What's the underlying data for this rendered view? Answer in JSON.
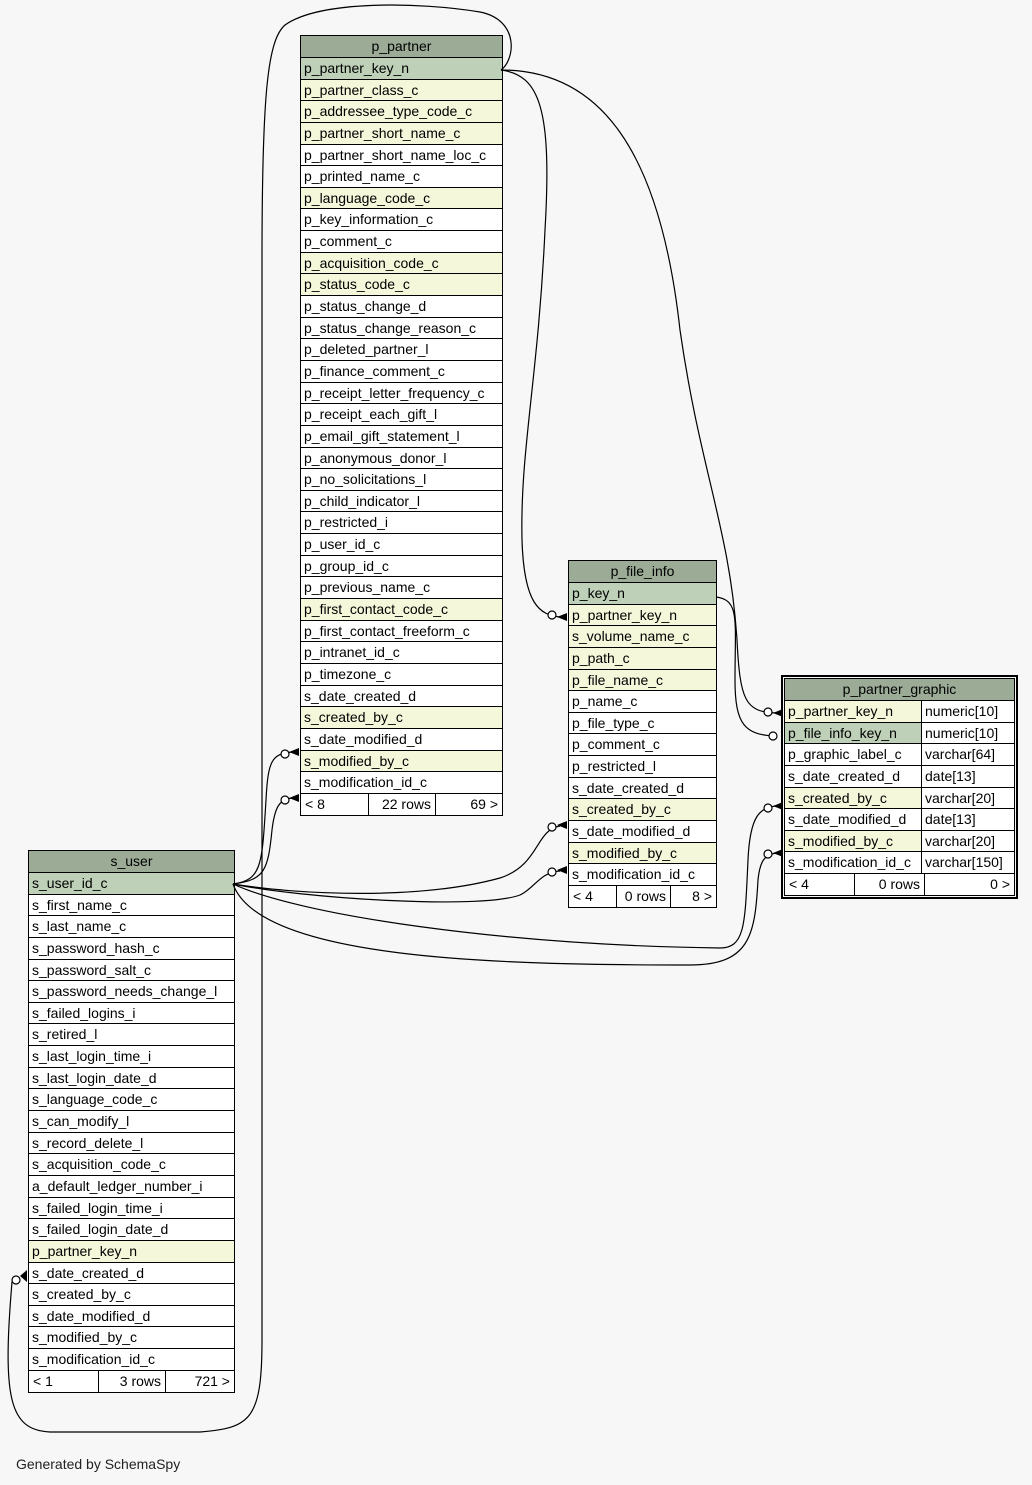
{
  "tables": {
    "p_partner": {
      "name": "p_partner",
      "columns": [
        {
          "name": "p_partner_key_n",
          "kind": "pk"
        },
        {
          "name": "p_partner_class_c",
          "kind": "fk"
        },
        {
          "name": "p_addressee_type_code_c",
          "kind": "fk"
        },
        {
          "name": "p_partner_short_name_c",
          "kind": "fk"
        },
        {
          "name": "p_partner_short_name_loc_c",
          "kind": ""
        },
        {
          "name": "p_printed_name_c",
          "kind": ""
        },
        {
          "name": "p_language_code_c",
          "kind": "fk"
        },
        {
          "name": "p_key_information_c",
          "kind": ""
        },
        {
          "name": "p_comment_c",
          "kind": ""
        },
        {
          "name": "p_acquisition_code_c",
          "kind": "fk"
        },
        {
          "name": "p_status_code_c",
          "kind": "fk"
        },
        {
          "name": "p_status_change_d",
          "kind": ""
        },
        {
          "name": "p_status_change_reason_c",
          "kind": ""
        },
        {
          "name": "p_deleted_partner_l",
          "kind": ""
        },
        {
          "name": "p_finance_comment_c",
          "kind": ""
        },
        {
          "name": "p_receipt_letter_frequency_c",
          "kind": ""
        },
        {
          "name": "p_receipt_each_gift_l",
          "kind": ""
        },
        {
          "name": "p_email_gift_statement_l",
          "kind": ""
        },
        {
          "name": "p_anonymous_donor_l",
          "kind": ""
        },
        {
          "name": "p_no_solicitations_l",
          "kind": ""
        },
        {
          "name": "p_child_indicator_l",
          "kind": ""
        },
        {
          "name": "p_restricted_i",
          "kind": ""
        },
        {
          "name": "p_user_id_c",
          "kind": ""
        },
        {
          "name": "p_group_id_c",
          "kind": ""
        },
        {
          "name": "p_previous_name_c",
          "kind": ""
        },
        {
          "name": "p_first_contact_code_c",
          "kind": "fk"
        },
        {
          "name": "p_first_contact_freeform_c",
          "kind": ""
        },
        {
          "name": "p_intranet_id_c",
          "kind": ""
        },
        {
          "name": "p_timezone_c",
          "kind": ""
        },
        {
          "name": "s_date_created_d",
          "kind": ""
        },
        {
          "name": "s_created_by_c",
          "kind": "fk"
        },
        {
          "name": "s_date_modified_d",
          "kind": ""
        },
        {
          "name": "s_modified_by_c",
          "kind": "fk"
        },
        {
          "name": "s_modification_id_c",
          "kind": ""
        }
      ],
      "footer": [
        "< 8",
        "22 rows",
        "69 >"
      ]
    },
    "p_file_info": {
      "name": "p_file_info",
      "columns": [
        {
          "name": "p_key_n",
          "kind": "pk"
        },
        {
          "name": "p_partner_key_n",
          "kind": "fk"
        },
        {
          "name": "s_volume_name_c",
          "kind": "fk"
        },
        {
          "name": "p_path_c",
          "kind": "fk"
        },
        {
          "name": "p_file_name_c",
          "kind": "fk"
        },
        {
          "name": "p_name_c",
          "kind": ""
        },
        {
          "name": "p_file_type_c",
          "kind": ""
        },
        {
          "name": "p_comment_c",
          "kind": ""
        },
        {
          "name": "p_restricted_l",
          "kind": ""
        },
        {
          "name": "s_date_created_d",
          "kind": ""
        },
        {
          "name": "s_created_by_c",
          "kind": "fk"
        },
        {
          "name": "s_date_modified_d",
          "kind": ""
        },
        {
          "name": "s_modified_by_c",
          "kind": "fk"
        },
        {
          "name": "s_modification_id_c",
          "kind": ""
        }
      ],
      "footer": [
        "< 4",
        "0 rows",
        "8 >"
      ]
    },
    "p_partner_graphic": {
      "name": "p_partner_graphic",
      "columns": [
        {
          "name": "p_partner_key_n",
          "type": "numeric[10]",
          "kind": "fk"
        },
        {
          "name": "p_file_info_key_n",
          "type": "numeric[10]",
          "kind": "pk"
        },
        {
          "name": "p_graphic_label_c",
          "type": "varchar[64]",
          "kind": ""
        },
        {
          "name": "s_date_created_d",
          "type": "date[13]",
          "kind": ""
        },
        {
          "name": "s_created_by_c",
          "type": "varchar[20]",
          "kind": "fk"
        },
        {
          "name": "s_date_modified_d",
          "type": "date[13]",
          "kind": ""
        },
        {
          "name": "s_modified_by_c",
          "type": "varchar[20]",
          "kind": "fk"
        },
        {
          "name": "s_modification_id_c",
          "type": "varchar[150]",
          "kind": ""
        }
      ],
      "footer": [
        "< 4",
        "0 rows",
        "0 >"
      ]
    },
    "s_user": {
      "name": "s_user",
      "columns": [
        {
          "name": "s_user_id_c",
          "kind": "pk"
        },
        {
          "name": "s_first_name_c",
          "kind": ""
        },
        {
          "name": "s_last_name_c",
          "kind": ""
        },
        {
          "name": "s_password_hash_c",
          "kind": ""
        },
        {
          "name": "s_password_salt_c",
          "kind": ""
        },
        {
          "name": "s_password_needs_change_l",
          "kind": ""
        },
        {
          "name": "s_failed_logins_i",
          "kind": ""
        },
        {
          "name": "s_retired_l",
          "kind": ""
        },
        {
          "name": "s_last_login_time_i",
          "kind": ""
        },
        {
          "name": "s_last_login_date_d",
          "kind": ""
        },
        {
          "name": "s_language_code_c",
          "kind": ""
        },
        {
          "name": "s_can_modify_l",
          "kind": ""
        },
        {
          "name": "s_record_delete_l",
          "kind": ""
        },
        {
          "name": "s_acquisition_code_c",
          "kind": ""
        },
        {
          "name": "a_default_ledger_number_i",
          "kind": ""
        },
        {
          "name": "s_failed_login_time_i",
          "kind": ""
        },
        {
          "name": "s_failed_login_date_d",
          "kind": ""
        },
        {
          "name": "p_partner_key_n",
          "kind": "fk"
        },
        {
          "name": "s_date_created_d",
          "kind": ""
        },
        {
          "name": "s_created_by_c",
          "kind": ""
        },
        {
          "name": "s_date_modified_d",
          "kind": ""
        },
        {
          "name": "s_modified_by_c",
          "kind": ""
        },
        {
          "name": "s_modification_id_c",
          "kind": ""
        }
      ],
      "footer": [
        "< 1",
        "3 rows",
        "721 >"
      ]
    }
  },
  "colors": {
    "background": "#f7f7f7",
    "header": "#9bab96",
    "primary_key_row": "#bed1b8",
    "foreign_key_row": "#f4f7da",
    "row": "#ffffff",
    "edge": "#000000"
  },
  "footer_note": "Generated by SchemaSpy"
}
